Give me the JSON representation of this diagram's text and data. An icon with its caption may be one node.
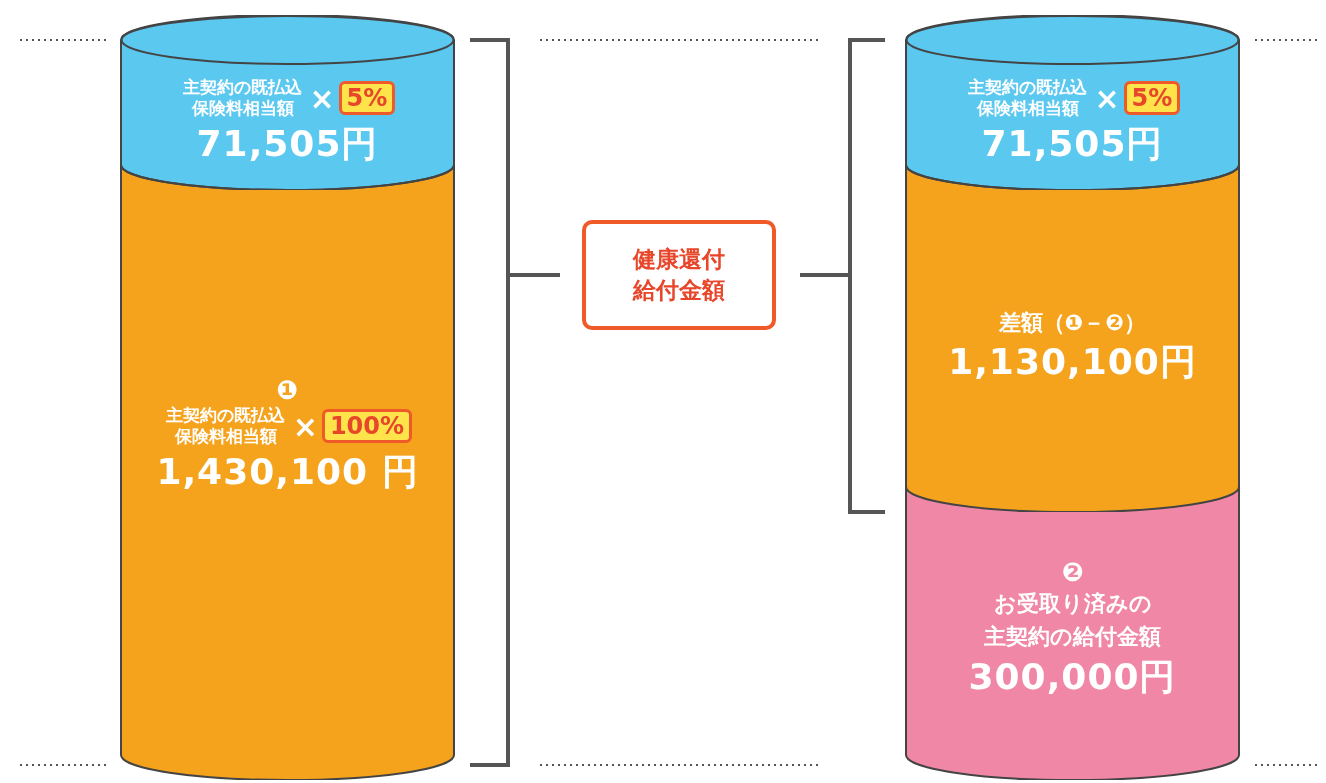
{
  "diagram": {
    "nodes": [
      {
        "text": [
          "主契約の既払込保険料相当額",
          "×",
          "71,505円"
        ]
      },
      {
        "text": [
          "5%"
        ],
        "in": 0
      },
      {
        "text": [
          "❶",
          "主契約の既払込保険料相当額",
          "×",
          "1,430,100 円"
        ]
      },
      {
        "text": [
          "100%"
        ],
        "in": 2
      },
      {
        "text": [
          "健康還付給付金額"
        ]
      },
      {
        "text": [
          "主契約の既払込保険料相当額",
          "×",
          "71,505円"
        ]
      },
      {
        "text": [
          "5%"
        ],
        "in": 5
      },
      {
        "text": [
          "差額（❶－❷）",
          "1,130,100円"
        ]
      },
      {
        "text": [
          "❷",
          "お受取り済みの主契約の給付金額",
          "300,000円"
        ]
      }
    ],
    "edges": []
  }
}
